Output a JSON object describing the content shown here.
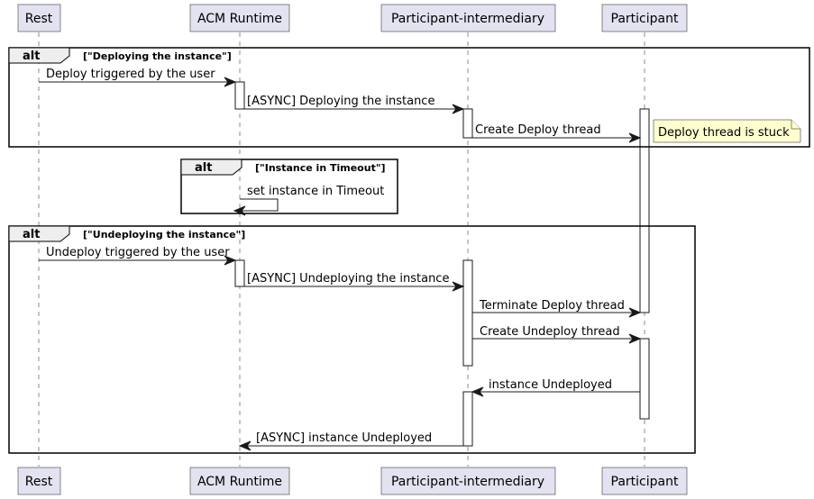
{
  "participants": [
    {
      "id": "rest",
      "label": "Rest"
    },
    {
      "id": "acm",
      "label": "ACM Runtime"
    },
    {
      "id": "pi",
      "label": "Participant-intermediary"
    },
    {
      "id": "p",
      "label": "Participant"
    }
  ],
  "frames": [
    {
      "id": "deploy",
      "keyword": "alt",
      "guard": "[\"Deploying the instance\"]"
    },
    {
      "id": "timeout",
      "keyword": "alt",
      "guard": "[\"Instance in Timeout\"]"
    },
    {
      "id": "undeploy",
      "keyword": "alt",
      "guard": "[\"Undeploying the instance\"]"
    }
  ],
  "messages": [
    {
      "id": "m1",
      "text": "Deploy triggered by the user"
    },
    {
      "id": "m2",
      "text": "[ASYNC] Deploying the instance"
    },
    {
      "id": "m3",
      "text": "Create Deploy thread"
    },
    {
      "id": "m4",
      "text": "set instance in Timeout"
    },
    {
      "id": "m5",
      "text": "Undeploy triggered by the user"
    },
    {
      "id": "m6",
      "text": "[ASYNC] Undeploying the instance"
    },
    {
      "id": "m7",
      "text": "Terminate Deploy thread"
    },
    {
      "id": "m8",
      "text": "Create Undeploy thread"
    },
    {
      "id": "m9",
      "text": "instance Undeployed"
    },
    {
      "id": "m10",
      "text": "[ASYNC] instance Undeployed"
    }
  ],
  "notes": [
    {
      "id": "stuck",
      "text": "Deploy thread is stuck"
    }
  ]
}
